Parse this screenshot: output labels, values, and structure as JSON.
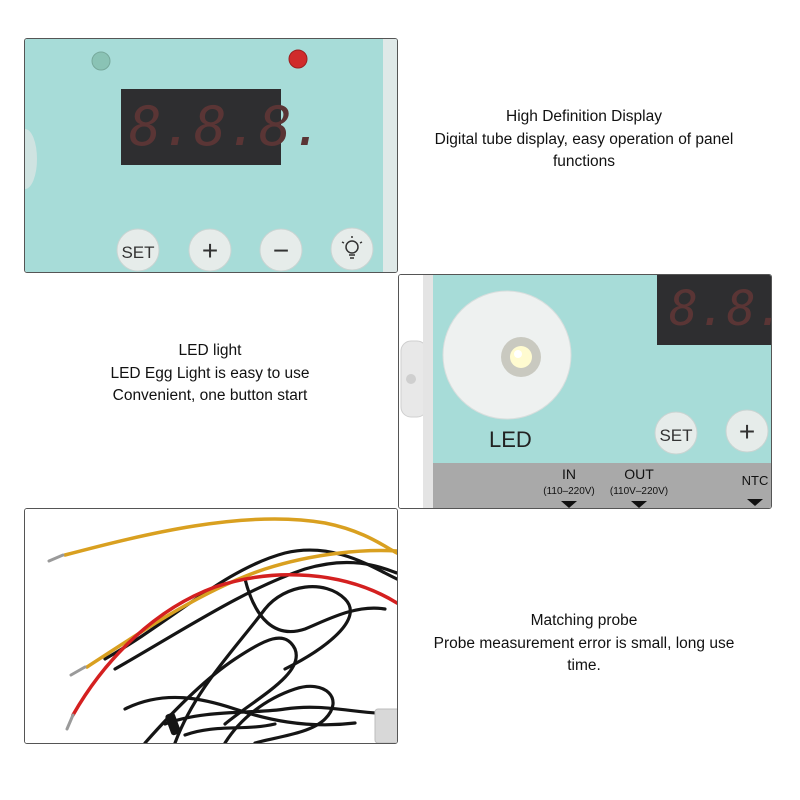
{
  "sections": [
    {
      "id": "display",
      "caption": {
        "title": "High Definition Display",
        "lines": [
          "Digital tube display, easy operation of panel",
          "functions"
        ]
      },
      "photo": {
        "buttons": [
          "SET",
          "+",
          "−",
          "lightbulb"
        ],
        "seg_display": "8.8.8."
      }
    },
    {
      "id": "led",
      "caption": {
        "title": "LED light",
        "lines": [
          "LED Egg Light is easy to use",
          "Convenient, one button start"
        ]
      },
      "photo": {
        "label": "LED",
        "buttons": [
          "SET",
          "+"
        ],
        "terminals": [
          {
            "name": "IN",
            "range": "(110–220V)"
          },
          {
            "name": "OUT",
            "range": "(110V–220V)"
          },
          {
            "name": "NTC",
            "range": ""
          }
        ]
      }
    },
    {
      "id": "probe",
      "caption": {
        "title": "Matching probe",
        "lines": [
          "Probe measurement error is small, long use",
          "time."
        ]
      }
    }
  ],
  "colors": {
    "panel_teal": "#a7dcd8",
    "display_bg": "#2e2e30",
    "segment_red": "#5a3535",
    "terminal_strip": "#a9a9a9",
    "wire_yellow": "#d9a020",
    "wire_red": "#d42020",
    "wire_black": "#151515"
  }
}
